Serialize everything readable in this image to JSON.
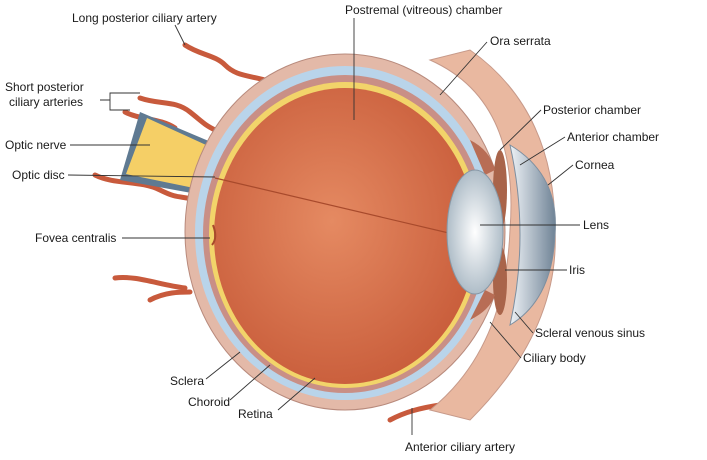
{
  "colors": {
    "sclera": "#e3b9a8",
    "choroid": "#c98f86",
    "retina": "#f2d46a",
    "vitreous": "#d9714d",
    "artery": "#c85a3c",
    "lens": "#dfe6ea",
    "cornea": "#b8c4d0",
    "nerve": "#f5cf66",
    "blue_layer": "#b9d4ea"
  },
  "labels": {
    "long_posterior_ciliary_artery": "Long posterior ciliary artery",
    "postremal_chamber": "Postremal (vitreous) chamber",
    "ora_serrata": "Ora serrata",
    "short_posterior_1": "Short posterior",
    "short_posterior_2": "ciliary arteries",
    "optic_nerve": "Optic nerve",
    "optic_disc": "Optic disc",
    "fovea_centralis": "Fovea centralis",
    "posterior_chamber": "Posterior chamber",
    "anterior_chamber": "Anterior chamber",
    "cornea": "Cornea",
    "lens": "Lens",
    "iris": "Iris",
    "scleral_venous_sinus": "Scleral venous sinus",
    "ciliary_body": "Ciliary body",
    "sclera": "Sclera",
    "choroid": "Choroid",
    "retina": "Retina",
    "anterior_ciliary_artery": "Anterior ciliary artery"
  }
}
